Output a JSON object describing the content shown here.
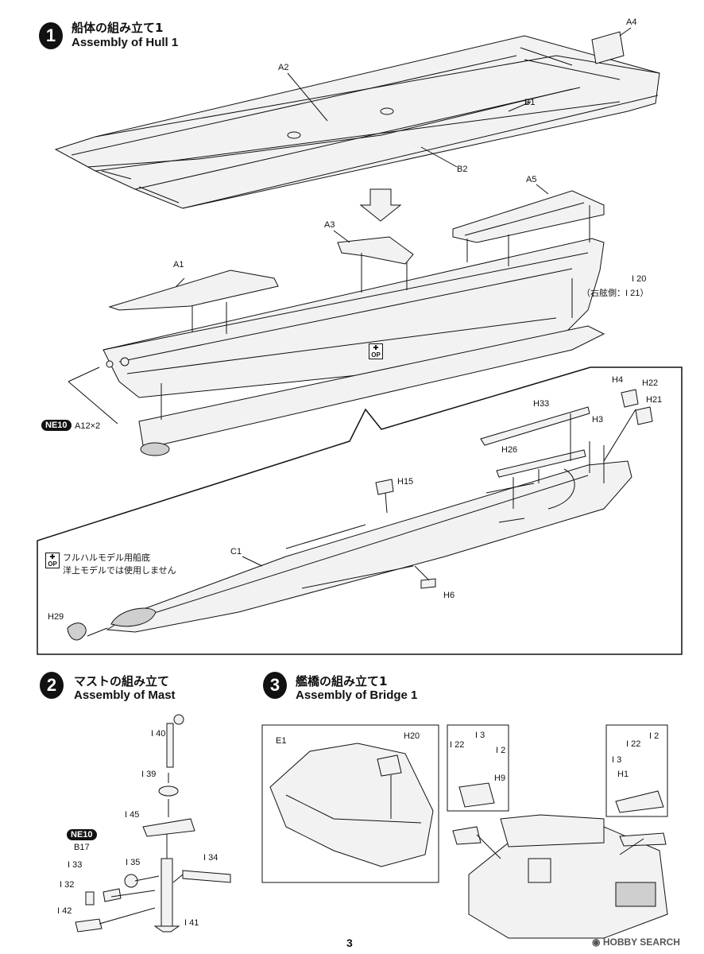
{
  "step1": {
    "num": "1",
    "title_jp": "船体の組み立て1",
    "title_en": "Assembly of Hull 1"
  },
  "step2": {
    "num": "2",
    "title_jp": "マストの組み立て",
    "title_en": "Assembly of Mast"
  },
  "step3": {
    "num": "3",
    "title_jp": "艦橋の組み立て1",
    "title_en": "Assembly of Bridge 1"
  },
  "labels1": {
    "a4": "A4",
    "a2": "A2",
    "b1": "B1",
    "b2": "B2",
    "a5": "A5",
    "a3": "A3",
    "a1": "A1",
    "i20": "I 20",
    "i21": "（右舷側：I 21）",
    "ne10": "NE10",
    "a12": "A12×2",
    "h4": "H4",
    "h22": "H22",
    "h21": "H21",
    "h33": "H33",
    "h3": "H3",
    "h26": "H26",
    "h15": "H15",
    "c1": "C1",
    "h6": "H6",
    "h29": "H29",
    "op": "OP"
  },
  "op_note": {
    "line1": "フルハルモデル用船底",
    "line2": "洋上モデルでは使用しません"
  },
  "labels2": {
    "i40": "I 40",
    "i39": "I 39",
    "i45": "I 45",
    "ne10": "NE10",
    "b17": "B17",
    "i35": "I 35",
    "i34": "I 34",
    "i33": "I 33",
    "i32": "I 32",
    "i42": "I 42",
    "i41": "I 41"
  },
  "labels3": {
    "e1": "E1",
    "h20": "H20",
    "i3a": "I 3",
    "i22a": "I 22",
    "i2a": "I 2",
    "h9": "H9",
    "i22b": "I 22",
    "i2b": "I 2",
    "i3b": "I 3",
    "h1": "H1"
  },
  "page_number": "3",
  "watermark": "HOBBY SEARCH"
}
